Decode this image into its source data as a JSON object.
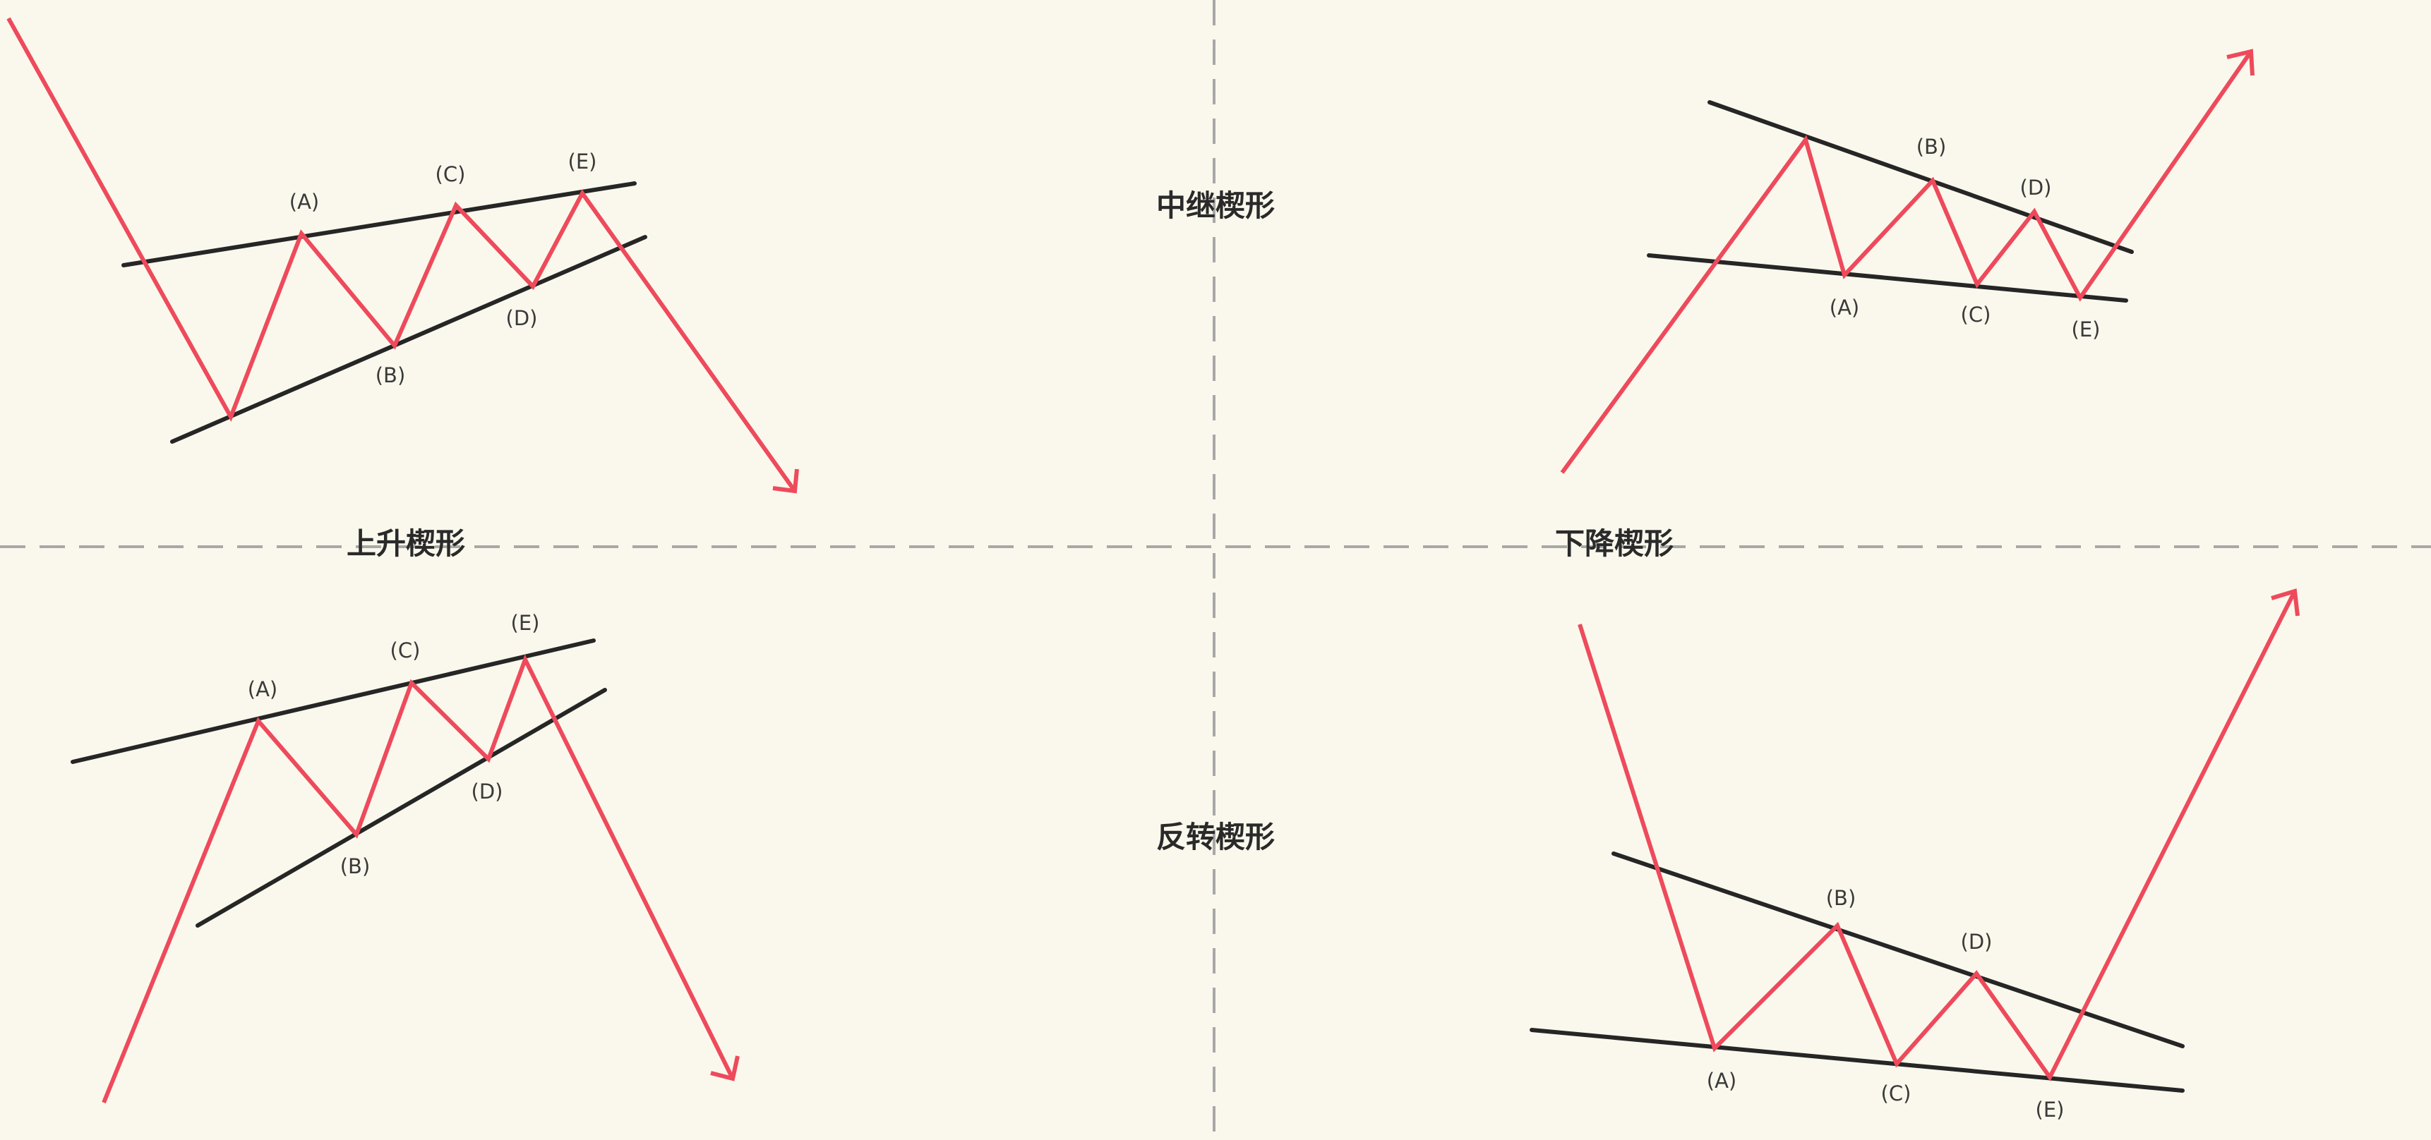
{
  "colors": {
    "background": "#faf8ec",
    "wave": "#ee4a5c",
    "trendline": "#262626",
    "divider": "#a8a8a8"
  },
  "titles": {
    "continuation": "中继楔形",
    "rising": "上升楔形",
    "falling": "下降楔形",
    "reversal": "反转楔形"
  },
  "points": [
    "(A)",
    "(B)",
    "(C)",
    "(D)",
    "(E)"
  ]
}
